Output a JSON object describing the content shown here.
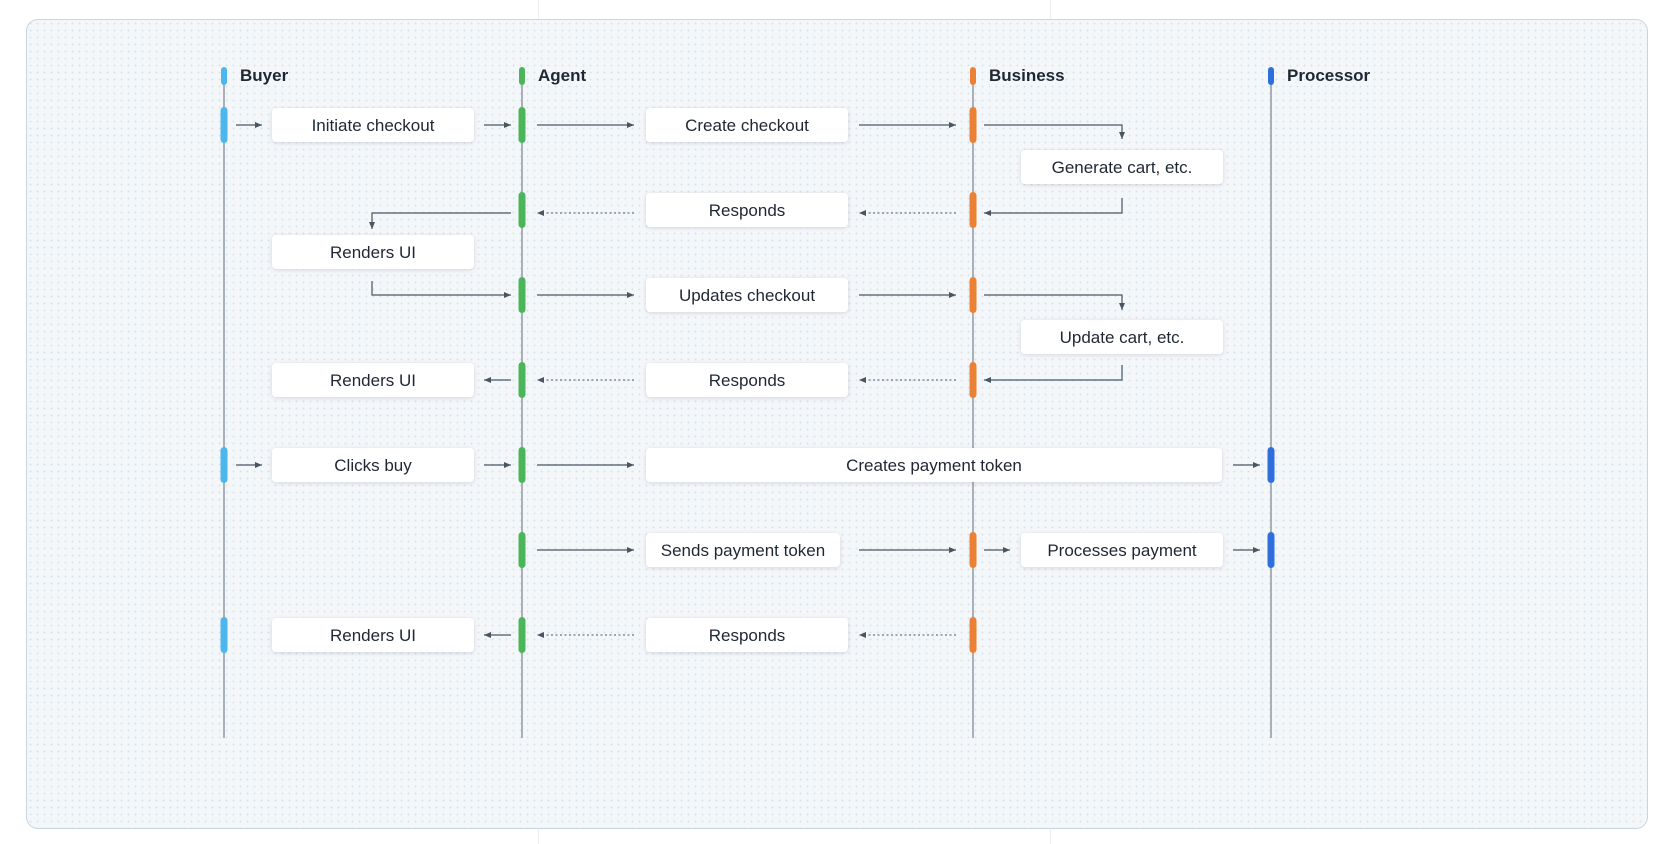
{
  "colors": {
    "buyer": "#4db6ec",
    "agent": "#4bb55a",
    "business": "#ea8135",
    "processor": "#2f6fdc",
    "arrow": "#4a5563",
    "lifeline": "#8a929c"
  },
  "participants": [
    {
      "id": "buyer",
      "name": "Buyer"
    },
    {
      "id": "agent",
      "name": "Agent"
    },
    {
      "id": "business",
      "name": "Business"
    },
    {
      "id": "processor",
      "name": "Processor"
    }
  ],
  "steps": {
    "initiate_checkout": "Initiate checkout",
    "create_checkout": "Create checkout",
    "generate_cart": "Generate cart, etc.",
    "responds_1": "Responds",
    "renders_ui_1": "Renders UI",
    "updates_checkout": "Updates checkout",
    "update_cart": "Update cart, etc.",
    "renders_ui_2": "Renders UI",
    "responds_2": "Responds",
    "clicks_buy": "Clicks buy",
    "creates_payment_token": "Creates payment token",
    "sends_payment_token": "Sends payment token",
    "processes_payment": "Processes payment",
    "renders_ui_3": "Renders UI",
    "responds_3": "Responds"
  }
}
